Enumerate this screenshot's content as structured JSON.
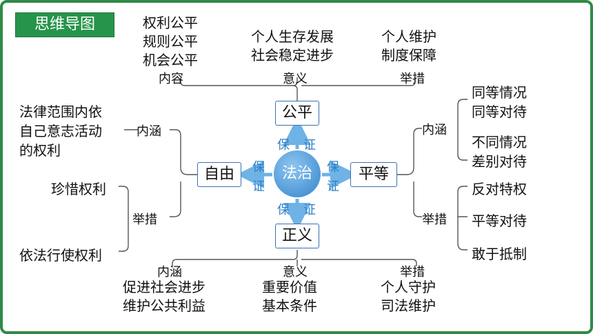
{
  "title": "思维导图",
  "center": "法治",
  "guarantee": "保证",
  "top": {
    "node": "公平",
    "neirong_label": "内容",
    "neirong_items": [
      "权利公平",
      "规则公平",
      "机会公平"
    ],
    "yiyi_label": "意义",
    "yiyi_items": [
      "个人生存发展",
      "社会稳定进步"
    ],
    "jucuo_label": "举措",
    "jucuo_items": [
      "个人维护",
      "制度保障"
    ]
  },
  "left": {
    "node": "自由",
    "neihan_label": "内涵",
    "neihan_items": [
      "法律范围内依",
      "自己意志活动",
      "的权利"
    ],
    "jucuo_label": "举措",
    "jucuo_items": [
      "珍惜权利",
      "依法行使权利"
    ]
  },
  "right": {
    "node": "平等",
    "neihan_label": "内涵",
    "neihan_items": [
      "同等情况",
      "同等对待",
      "不同情况",
      "差别对待"
    ],
    "jucuo_label": "举措",
    "jucuo_items": [
      "反对特权",
      "平等对待",
      "敢于抵制"
    ]
  },
  "bottom": {
    "node": "正义",
    "neihan_label": "内涵",
    "neihan_items": [
      "促进社会进步",
      "维护公共利益"
    ],
    "yiyi_label": "意义",
    "yiyi_items": [
      "重要价值",
      "基本条件"
    ],
    "jucuo_label": "举措",
    "jucuo_items": [
      "个人守护",
      "司法维护"
    ]
  }
}
